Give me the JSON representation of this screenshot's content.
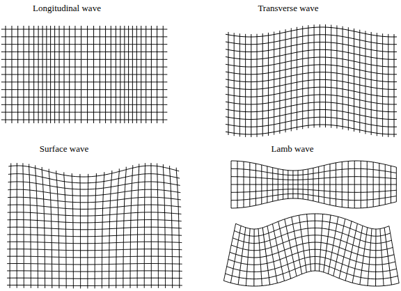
{
  "diagram": {
    "labels": [
      "Longitudinal wave",
      "Transverse wave",
      "Surface wave",
      "Lamb wave"
    ]
  }
}
